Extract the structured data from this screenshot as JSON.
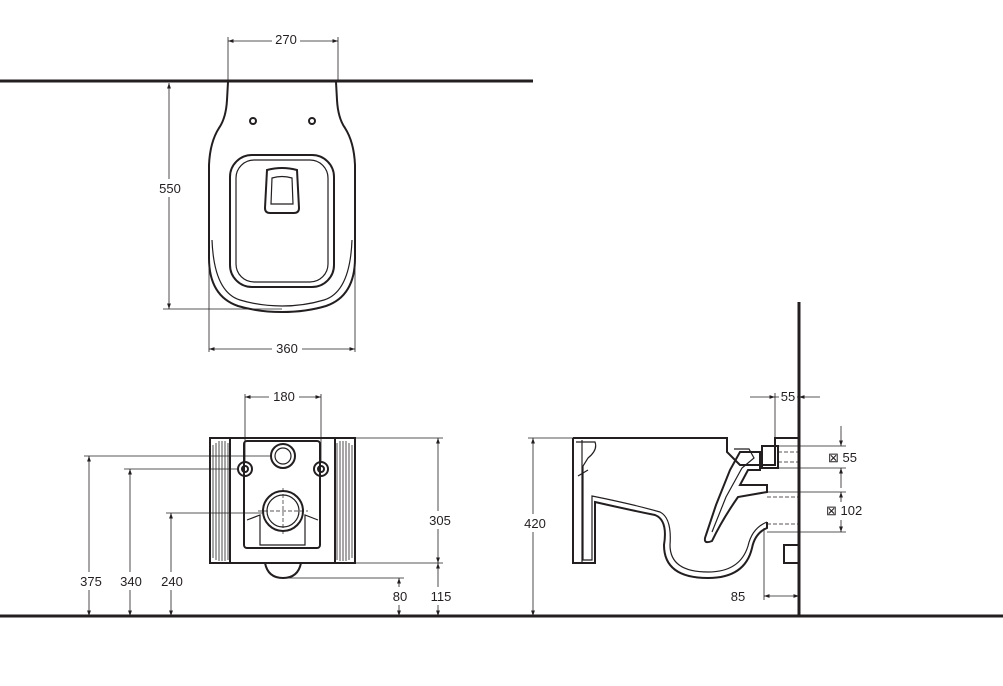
{
  "dimensions": {
    "top_width": "270",
    "top_length": "550",
    "top_overall_width": "360",
    "mount_spacing": "180",
    "front_height": "305",
    "bottom_to_floor": "115",
    "waste_center": "80",
    "fixing_height_375": "375",
    "fixing_height_340": "340",
    "fixing_height_240": "240",
    "side_height": "420",
    "wall_offset_top": "55",
    "inlet_size": "⊠ 55",
    "outlet_size": "⊠ 102",
    "outlet_offset": "85"
  },
  "colors": {
    "line": "#231f20",
    "background": "#ffffff"
  }
}
